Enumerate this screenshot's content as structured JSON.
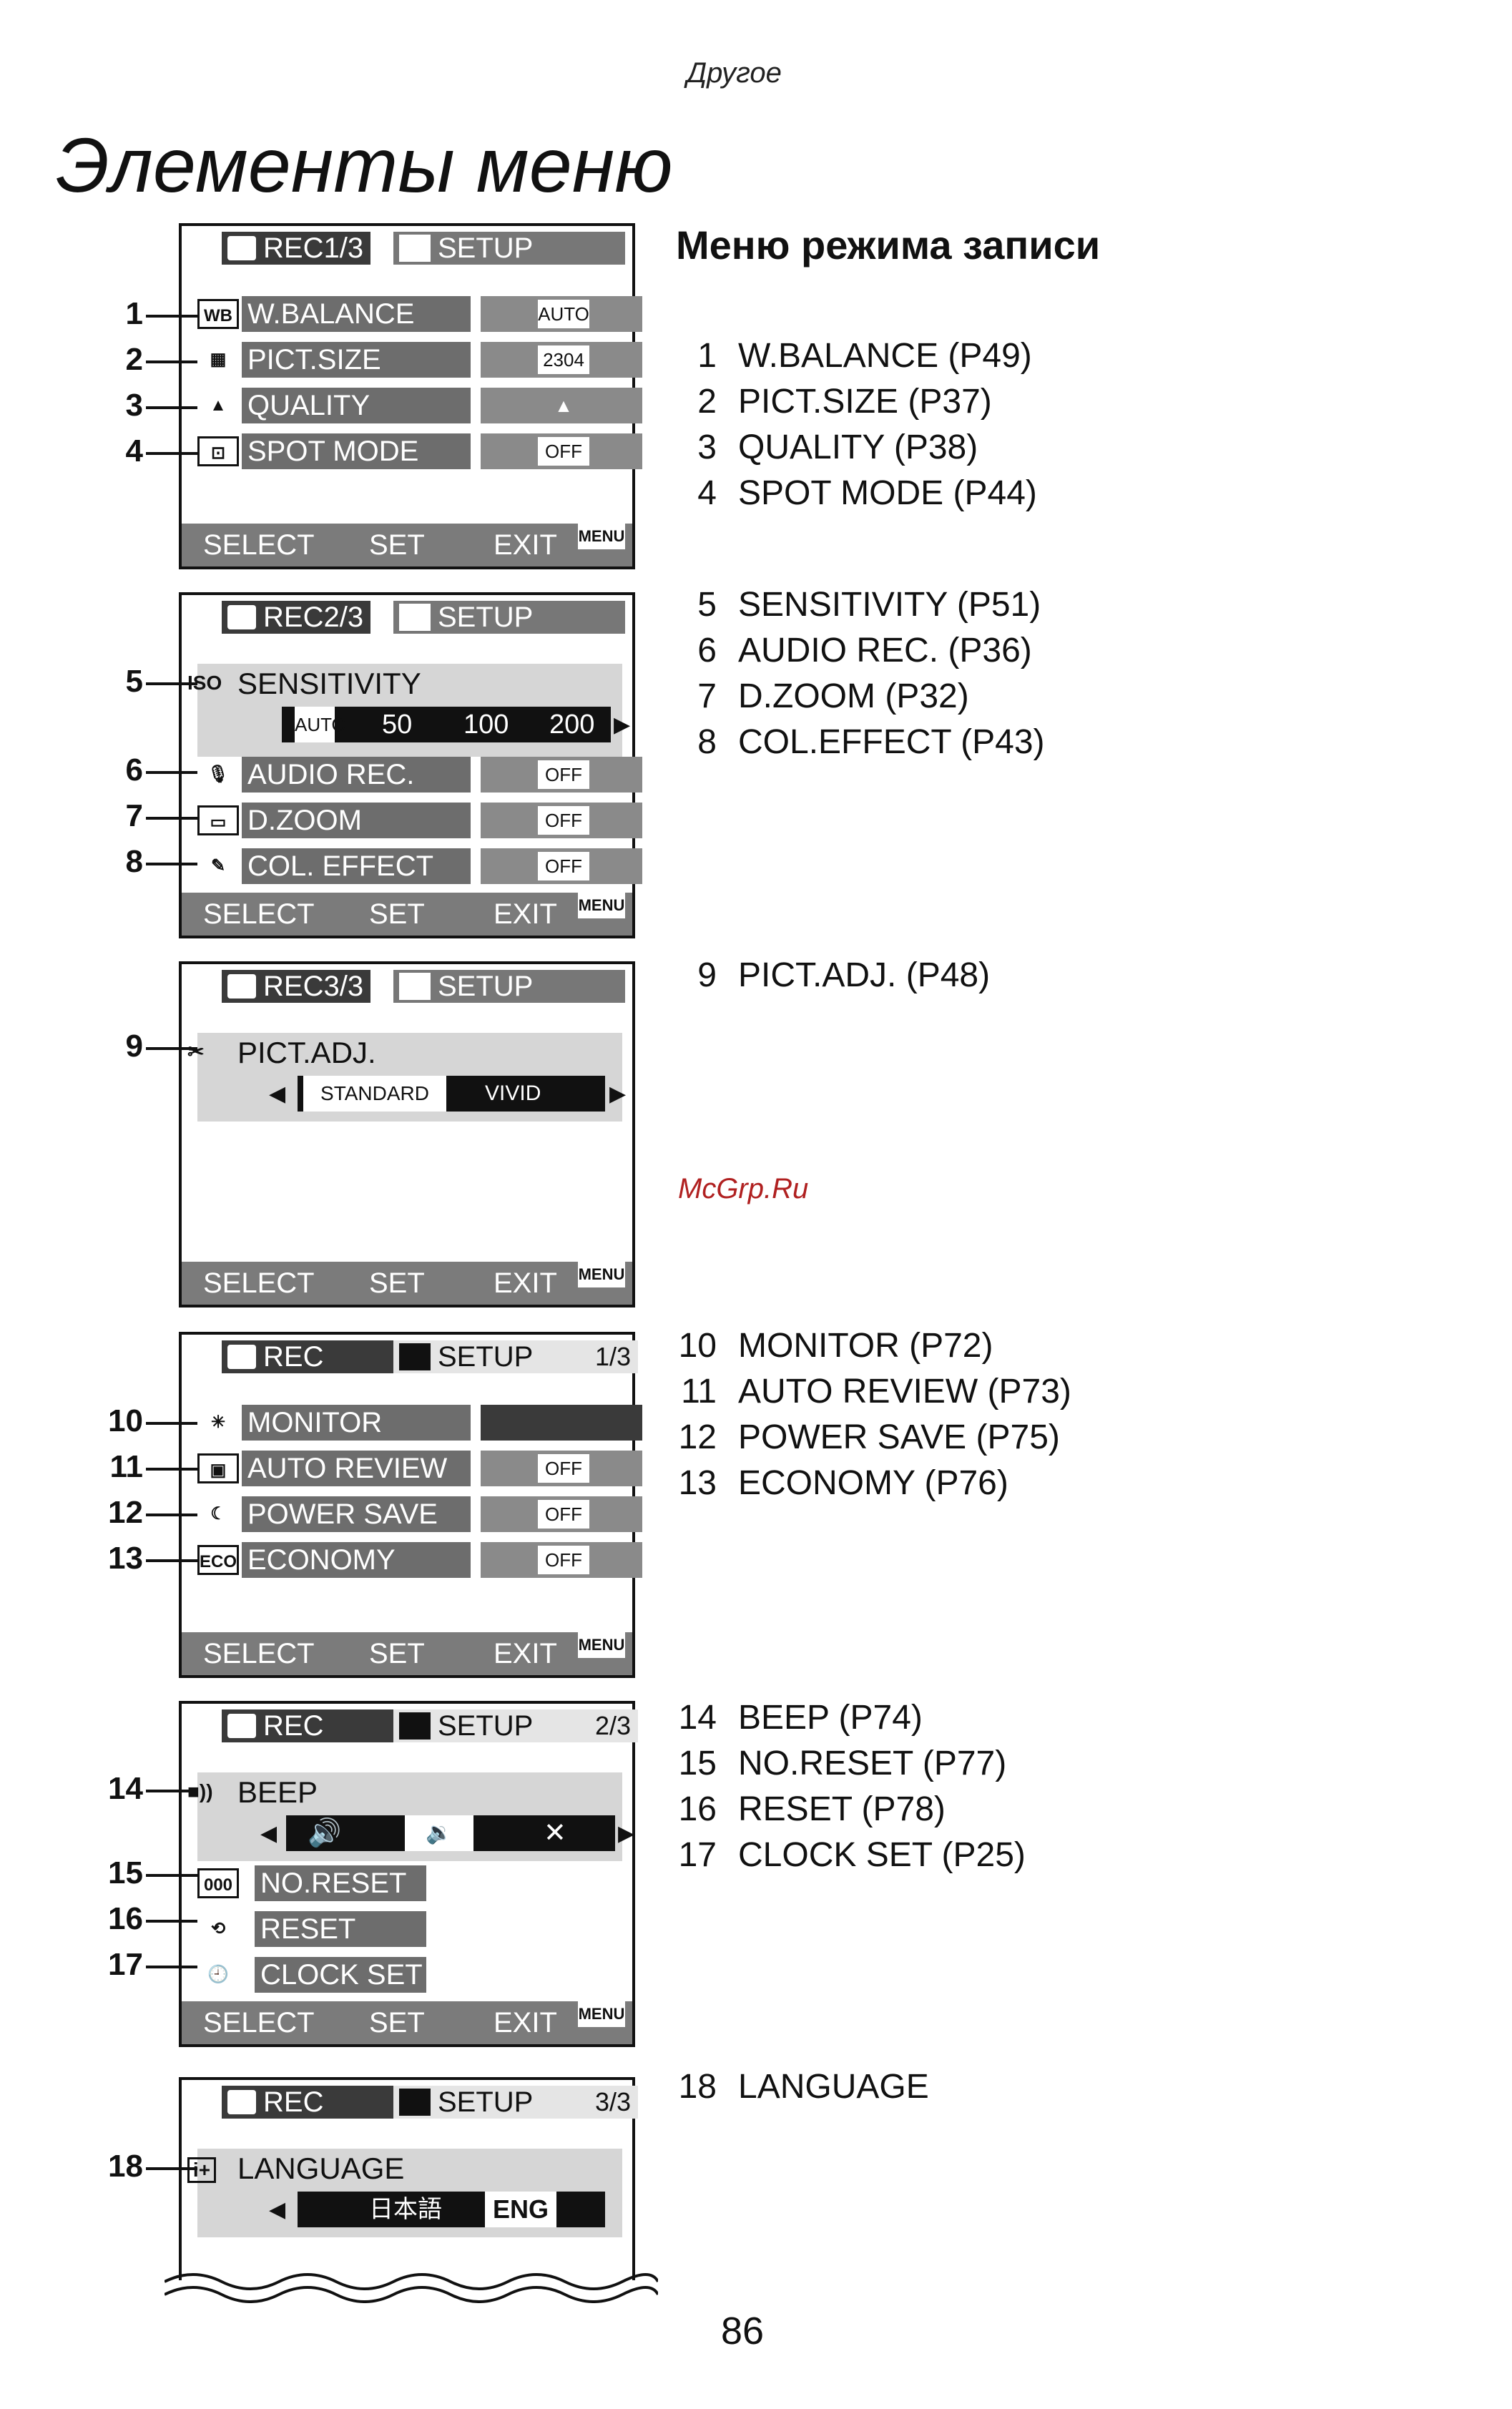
{
  "header": {
    "category": "Другое"
  },
  "title": "Элементы меню",
  "section_title": "Меню режима записи",
  "footer_bar": {
    "select": "SELECT",
    "set": "SET",
    "exit": "EXIT",
    "menu": "MENU"
  },
  "screens": [
    {
      "rec_tab": "REC1/3",
      "setup_tab": "SETUP",
      "rows": [
        {
          "icon": "WB",
          "label": "W.BALANCE",
          "value": "AUTO"
        },
        {
          "icon": "",
          "label": "PICT.SIZE",
          "value": "2304"
        },
        {
          "icon": "",
          "label": "QUALITY",
          "value": ""
        },
        {
          "icon": "",
          "label": "SPOT MODE",
          "value": "OFF"
        }
      ]
    },
    {
      "rec_tab": "REC2/3",
      "setup_tab": "SETUP",
      "sensitivity": {
        "icon": "ISO",
        "label": "SENSITIVITY",
        "options": [
          "AUTO",
          "50",
          "100",
          "200"
        ]
      },
      "rows": [
        {
          "label": "AUDIO REC.",
          "value": "OFF"
        },
        {
          "label": "D.ZOOM",
          "value": "OFF"
        },
        {
          "label": "COL. EFFECT",
          "value": "OFF"
        }
      ]
    },
    {
      "rec_tab": "REC3/3",
      "setup_tab": "SETUP",
      "pictadj": {
        "label": "PICT.ADJ.",
        "options": [
          "STANDARD",
          "VIVID"
        ]
      }
    },
    {
      "rec_tab": "REC",
      "setup_tab": "SETUP",
      "page": "1/3",
      "rows": [
        {
          "icon": "",
          "label": "MONITOR",
          "value": ""
        },
        {
          "icon": "",
          "label": "AUTO REVIEW",
          "value": "OFF"
        },
        {
          "icon": "",
          "label": "POWER SAVE",
          "value": "OFF"
        },
        {
          "icon": "ECO",
          "label": "ECONOMY",
          "value": "OFF"
        }
      ]
    },
    {
      "rec_tab": "REC",
      "setup_tab": "SETUP",
      "page": "2/3",
      "beep": {
        "label": "BEEP"
      },
      "rows": [
        {
          "icon": "",
          "label": "NO.RESET"
        },
        {
          "icon": "",
          "label": "RESET"
        },
        {
          "icon": "",
          "label": "CLOCK SET"
        }
      ]
    },
    {
      "rec_tab": "REC",
      "setup_tab": "SETUP",
      "page": "3/3",
      "language": {
        "label": "LANGUAGE",
        "options": [
          "日本語",
          "ENG"
        ]
      }
    }
  ],
  "callouts": [
    "1",
    "2",
    "3",
    "4",
    "5",
    "6",
    "7",
    "8",
    "9",
    "10",
    "11",
    "12",
    "13",
    "14",
    "15",
    "16",
    "17",
    "18"
  ],
  "refs": [
    {
      "n": "1",
      "text": "W.BALANCE (P49)"
    },
    {
      "n": "2",
      "text": "PICT.SIZE (P37)"
    },
    {
      "n": "3",
      "text": "QUALITY (P38)"
    },
    {
      "n": "4",
      "text": "SPOT MODE (P44)"
    },
    {
      "n": "5",
      "text": "SENSITIVITY (P51)"
    },
    {
      "n": "6",
      "text": "AUDIO REC. (P36)"
    },
    {
      "n": "7",
      "text": "D.ZOOM (P32)"
    },
    {
      "n": "8",
      "text": "COL.EFFECT (P43)"
    },
    {
      "n": "9",
      "text": "PICT.ADJ. (P48)"
    },
    {
      "n": "10",
      "text": "MONITOR (P72)"
    },
    {
      "n": "11",
      "text": "AUTO REVIEW (P73)"
    },
    {
      "n": "12",
      "text": "POWER SAVE (P75)"
    },
    {
      "n": "13",
      "text": "ECONOMY (P76)"
    },
    {
      "n": "14",
      "text": "BEEP (P74)"
    },
    {
      "n": "15",
      "text": "NO.RESET (P77)"
    },
    {
      "n": "16",
      "text": "RESET (P78)"
    },
    {
      "n": "17",
      "text": "CLOCK SET (P25)"
    },
    {
      "n": "18",
      "text": "LANGUAGE"
    }
  ],
  "watermark": "McGrp.Ru",
  "page_number": "86"
}
